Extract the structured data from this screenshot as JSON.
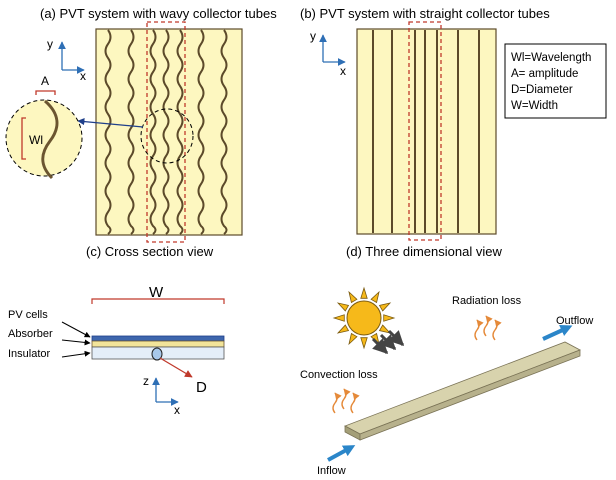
{
  "panels": {
    "a_title": "(a) PVT system with wavy collector tubes",
    "b_title": "(b) PVT system with straight collector tubes",
    "c_title": "(c) Cross section view",
    "d_title": "(d) Three dimensional view"
  },
  "axes": {
    "y": "y",
    "x": "x",
    "z": "z"
  },
  "panel_a": {
    "amplitude_label": "A",
    "wavelength_label": "Wl"
  },
  "legend": [
    "Wl=Wavelength",
    "A= amplitude",
    "D=Diameter",
    "W=Width"
  ],
  "panel_c": {
    "width_label": "W",
    "diameter_label": "D",
    "layers": [
      "PV cells",
      "Absorber",
      "Insulator"
    ]
  },
  "panel_d": {
    "radiation": "Radiation loss",
    "convection": "Convection loss",
    "outflow": "Outflow",
    "inflow": "Inflow"
  },
  "colors": {
    "collector_fill": "#fdf7c0",
    "tube": "#5c4a2a",
    "highlight": "#c0392b",
    "axis": "#2e6fb5",
    "pv": "#3e66ad",
    "absorber": "#f2e49a",
    "insulator": "#e4eef9",
    "sun": "#f6b91a",
    "plate": "#c8c29a",
    "heat": "#e58a3a"
  }
}
